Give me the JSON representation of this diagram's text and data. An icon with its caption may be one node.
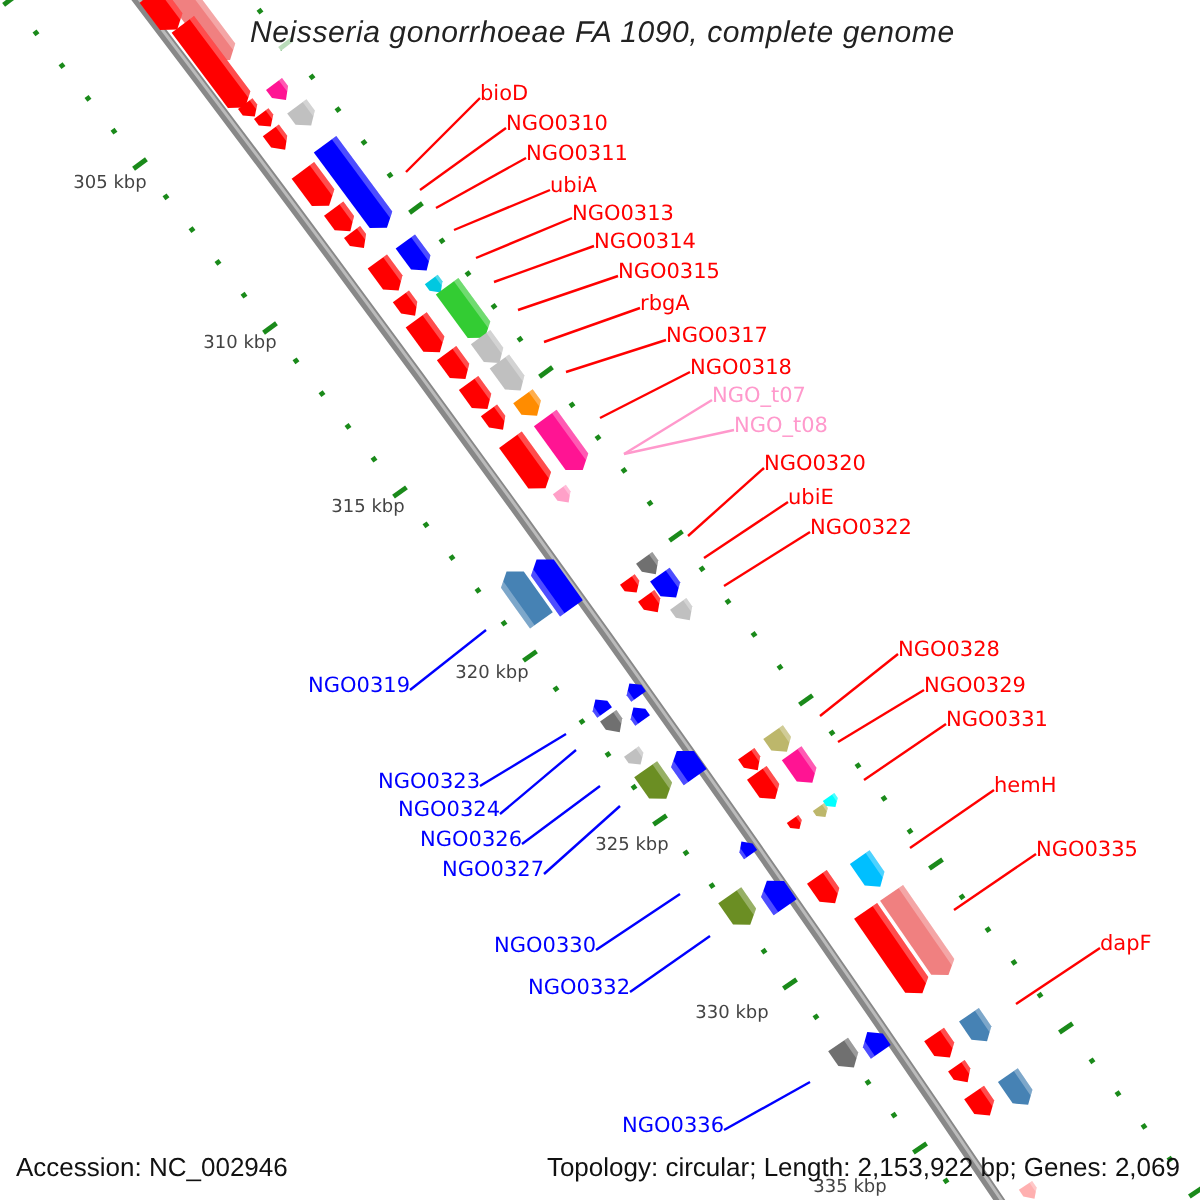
{
  "diagram": {
    "title": "Neisseria gonorrhoeae FA 1090, complete genome",
    "nodes": [
      {
        "text": [
          "bioD"
        ]
      },
      {
        "text": [
          "NGO0310"
        ]
      },
      {
        "text": [
          "NGO0311"
        ]
      },
      {
        "text": [
          "ubiA"
        ]
      },
      {
        "text": [
          "NGO0313"
        ]
      },
      {
        "text": [
          "NGO0314"
        ]
      },
      {
        "text": [
          "NGO0315"
        ]
      },
      {
        "text": [
          "rbgA"
        ]
      },
      {
        "text": [
          "NGO0317"
        ]
      },
      {
        "text": [
          "NGO0318"
        ]
      },
      {
        "text": [
          "NGO_t07"
        ]
      },
      {
        "text": [
          "NGO_t08"
        ]
      },
      {
        "text": [
          "NGO0320"
        ]
      },
      {
        "text": [
          "ubiE"
        ]
      },
      {
        "text": [
          "NGO0322"
        ]
      },
      {
        "text": [
          "NGO0328"
        ]
      },
      {
        "text": [
          "NGO0319"
        ]
      },
      {
        "text": [
          "NGO0329"
        ]
      },
      {
        "text": [
          "NGO0331"
        ]
      },
      {
        "text": [
          "NGO0323"
        ]
      },
      {
        "text": [
          "hemH"
        ]
      },
      {
        "text": [
          "NGO0324"
        ]
      },
      {
        "text": [
          "NGO0326"
        ]
      },
      {
        "text": [
          "NGO0335"
        ]
      },
      {
        "text": [
          "NGO0327"
        ]
      },
      {
        "text": [
          "NGO0330"
        ]
      },
      {
        "text": [
          "dapF"
        ]
      },
      {
        "text": [
          "NGO0332"
        ]
      },
      {
        "text": [
          "NGO0336"
        ]
      }
    ],
    "edges": [
      {
        "from": 0,
        "to": null,
        "arrow": "none"
      },
      {
        "from": 1,
        "to": null,
        "arrow": "none"
      },
      {
        "from": 2,
        "to": null,
        "arrow": "none"
      },
      {
        "from": 3,
        "to": null,
        "arrow": "none"
      },
      {
        "from": 4,
        "to": null,
        "arrow": "none"
      },
      {
        "from": 5,
        "to": null,
        "arrow": "none"
      },
      {
        "from": 6,
        "to": null,
        "arrow": "none"
      },
      {
        "from": 7,
        "to": null,
        "arrow": "none"
      },
      {
        "from": 8,
        "to": null,
        "arrow": "none"
      },
      {
        "from": 9,
        "to": null,
        "arrow": "none"
      },
      {
        "from": 10,
        "to": null,
        "arrow": "none",
        "color": "#ff99cc"
      },
      {
        "from": 11,
        "to": null,
        "arrow": "none",
        "color": "#ff99cc"
      },
      {
        "from": 12,
        "to": null,
        "arrow": "none"
      },
      {
        "from": 13,
        "to": null,
        "arrow": "none"
      },
      {
        "from": 14,
        "to": null,
        "arrow": "none"
      },
      {
        "from": 15,
        "to": null,
        "arrow": "none"
      },
      {
        "from": 16,
        "to": null,
        "arrow": "none",
        "color": "#0000ff"
      },
      {
        "from": 17,
        "to": null,
        "arrow": "none"
      },
      {
        "from": 18,
        "to": null,
        "arrow": "none"
      },
      {
        "from": 19,
        "to": null,
        "arrow": "none",
        "color": "#0000ff"
      },
      {
        "from": 20,
        "to": null,
        "arrow": "none"
      },
      {
        "from": 21,
        "to": null,
        "arrow": "none",
        "color": "#0000ff"
      },
      {
        "from": 22,
        "to": null,
        "arrow": "none",
        "color": "#0000ff"
      },
      {
        "from": 23,
        "to": null,
        "arrow": "none"
      },
      {
        "from": 24,
        "to": null,
        "arrow": "none",
        "color": "#0000ff"
      },
      {
        "from": 25,
        "to": null,
        "arrow": "none",
        "color": "#0000ff"
      },
      {
        "from": 26,
        "to": null,
        "arrow": "none"
      },
      {
        "from": 27,
        "to": null,
        "arrow": "none",
        "color": "#0000ff"
      },
      {
        "from": 28,
        "to": null,
        "arrow": "none",
        "color": "#0000ff"
      }
    ],
    "labels": [
      "305 kbp",
      "310 kbp",
      "315 kbp",
      "320 kbp",
      "325 kbp",
      "330 kbp",
      "335 kbp",
      "Accession: NC_002946",
      "Topology: circular; Length: 2,153,922 bp; Genes: 2,069"
    ]
  }
}
